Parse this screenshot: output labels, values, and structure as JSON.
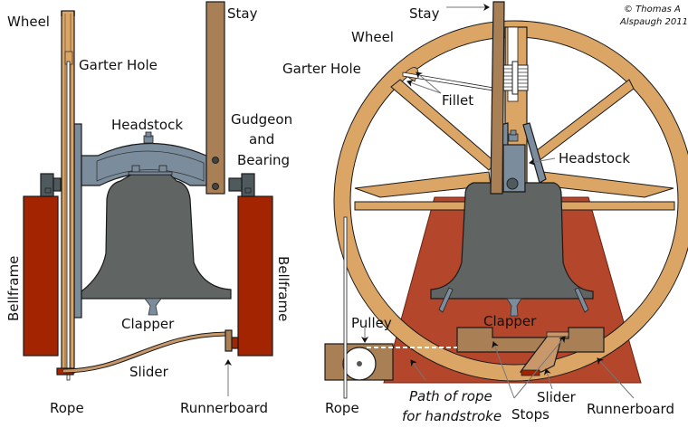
{
  "colors": {
    "wheel": "#dba566",
    "wood": "#a97f56",
    "bellframe_left": "#a32400",
    "bellframe_right": "#b3462b",
    "metal": "#7b8d9c",
    "dark_metal": "#4f5a5f",
    "bell": "#606462",
    "white": "#ffffff"
  },
  "left_view": {
    "labels": {
      "wheel": "Wheel",
      "garter_hole": "Garter Hole",
      "stay": "Stay",
      "headstock": "Headstock",
      "gudgeon_1": "Gudgeon",
      "gudgeon_2": "and",
      "gudgeon_3": "Bearing",
      "bellframe_left": "Bellframe",
      "bellframe_right": "Bellframe",
      "clapper": "Clapper",
      "slider": "Slider",
      "rope": "Rope",
      "runnerboard": "Runnerboard"
    }
  },
  "right_view": {
    "labels": {
      "stay": "Stay",
      "wheel": "Wheel",
      "garter_hole": "Garter Hole",
      "fillet": "Fillet",
      "headstock": "Headstock",
      "pulley": "Pulley",
      "clapper": "Clapper",
      "rope": "Rope",
      "path_1": "Path of rope",
      "path_2": "for handstroke",
      "stops": "Stops",
      "slider": "Slider",
      "runnerboard": "Runnerboard"
    }
  },
  "copyright": {
    "line1": "© Thomas A",
    "line2": "Alspaugh 2011"
  }
}
